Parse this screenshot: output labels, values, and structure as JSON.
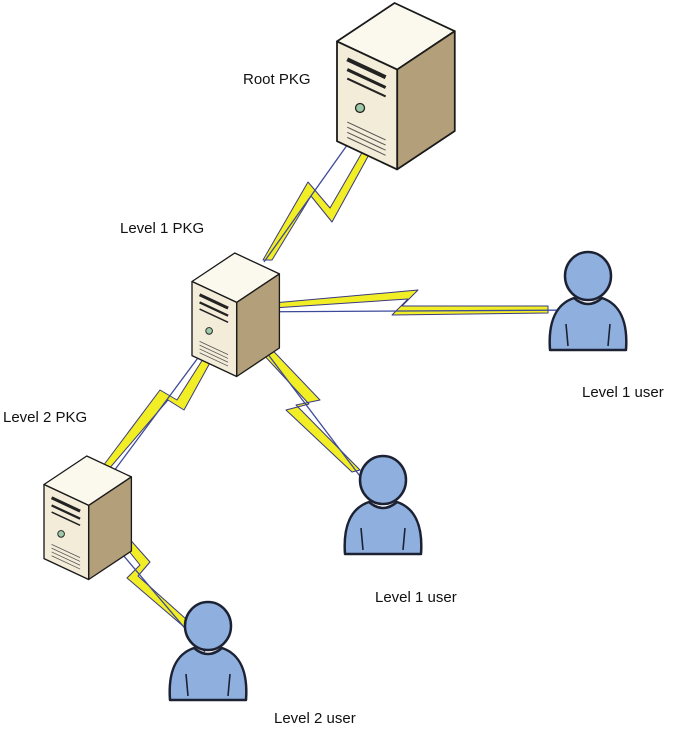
{
  "colors": {
    "lightning_fill": "#f2ee25",
    "lightning_stroke": "#3a3a80",
    "link_line": "#3d4a9a",
    "server_front": "#f3ecd9",
    "server_side": "#b3a07a",
    "server_top": "#fbf8ee",
    "user_fill": "#8fb0de",
    "user_stroke": "#1c2233"
  },
  "nodes": {
    "root_pkg": {
      "label": "Root PKG",
      "icon": "server-icon"
    },
    "level1_pkg": {
      "label": "Level 1 PKG",
      "icon": "server-icon"
    },
    "level2_pkg": {
      "label": "Level 2 PKG",
      "icon": "server-icon"
    },
    "level1_user_right": {
      "label": "Level 1 user",
      "icon": "user-icon"
    },
    "level1_user_bottom": {
      "label": "Level 1 user",
      "icon": "user-icon"
    },
    "level2_user": {
      "label": "Level 2 user",
      "icon": "user-icon"
    }
  },
  "links": [
    {
      "from": "root_pkg",
      "to": "level1_pkg",
      "style": "lightning"
    },
    {
      "from": "level1_pkg",
      "to": "level1_user_right",
      "style": "lightning"
    },
    {
      "from": "level1_pkg",
      "to": "level1_user_bottom",
      "style": "lightning"
    },
    {
      "from": "level1_pkg",
      "to": "level2_pkg",
      "style": "lightning"
    },
    {
      "from": "level2_pkg",
      "to": "level2_user",
      "style": "lightning"
    }
  ]
}
